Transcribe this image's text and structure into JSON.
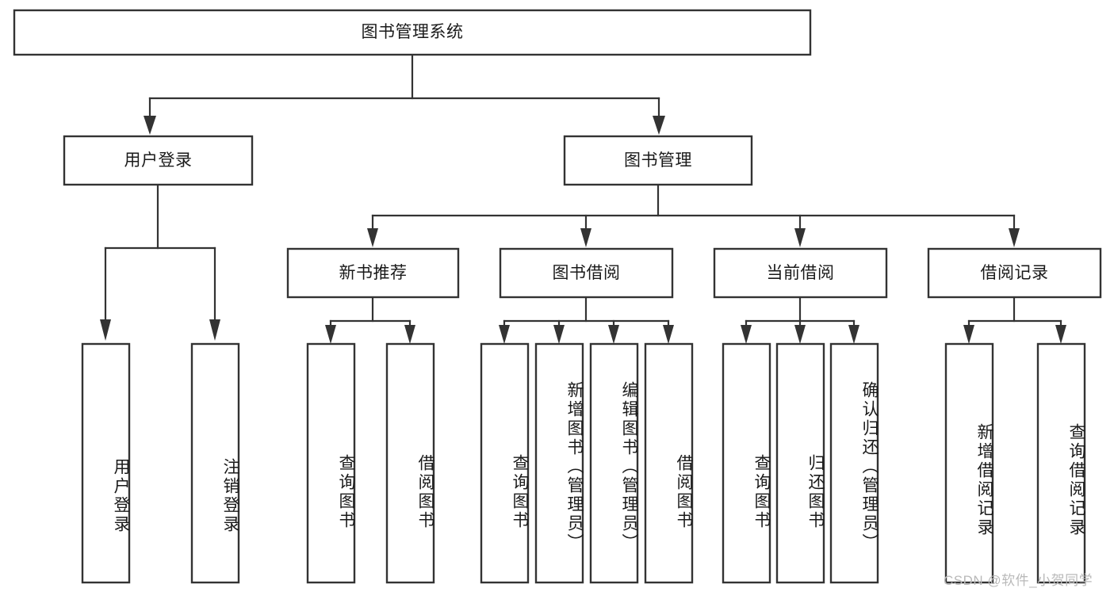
{
  "diagram": {
    "type": "tree",
    "title": "图书管理系统",
    "root": {
      "label": "图书管理系统",
      "level": 0
    },
    "level1": [
      {
        "label": "用户登录"
      },
      {
        "label": "图书管理"
      }
    ],
    "level2": [
      {
        "label": "新书推荐"
      },
      {
        "label": "图书借阅"
      },
      {
        "label": "当前借阅"
      },
      {
        "label": "借阅记录"
      }
    ],
    "leaves": {
      "user_login": [
        {
          "label": "用户登录"
        },
        {
          "label": "注销登录"
        }
      ],
      "new_book_recommend": [
        {
          "label": "查询图书"
        },
        {
          "label": "借阅图书"
        }
      ],
      "book_borrow": [
        {
          "label": "查询图书"
        },
        {
          "label": "新增图书（管理员）"
        },
        {
          "label": "编辑图书（管理员）"
        },
        {
          "label": "借阅图书"
        }
      ],
      "current_borrow": [
        {
          "label": "查询图书"
        },
        {
          "label": "归还图书"
        },
        {
          "label": "确认归还（管理员）"
        }
      ],
      "borrow_record": [
        {
          "label": "新增借阅记录"
        },
        {
          "label": "查询借阅记录"
        }
      ]
    }
  },
  "watermark": {
    "text": "CSDN @软件_小贺同学"
  },
  "colors": {
    "background": "#ffffff",
    "box_fill": "#ffffff",
    "box_stroke": "#333333",
    "text": "#1a1a1a",
    "watermark": "#b9b9b9"
  }
}
